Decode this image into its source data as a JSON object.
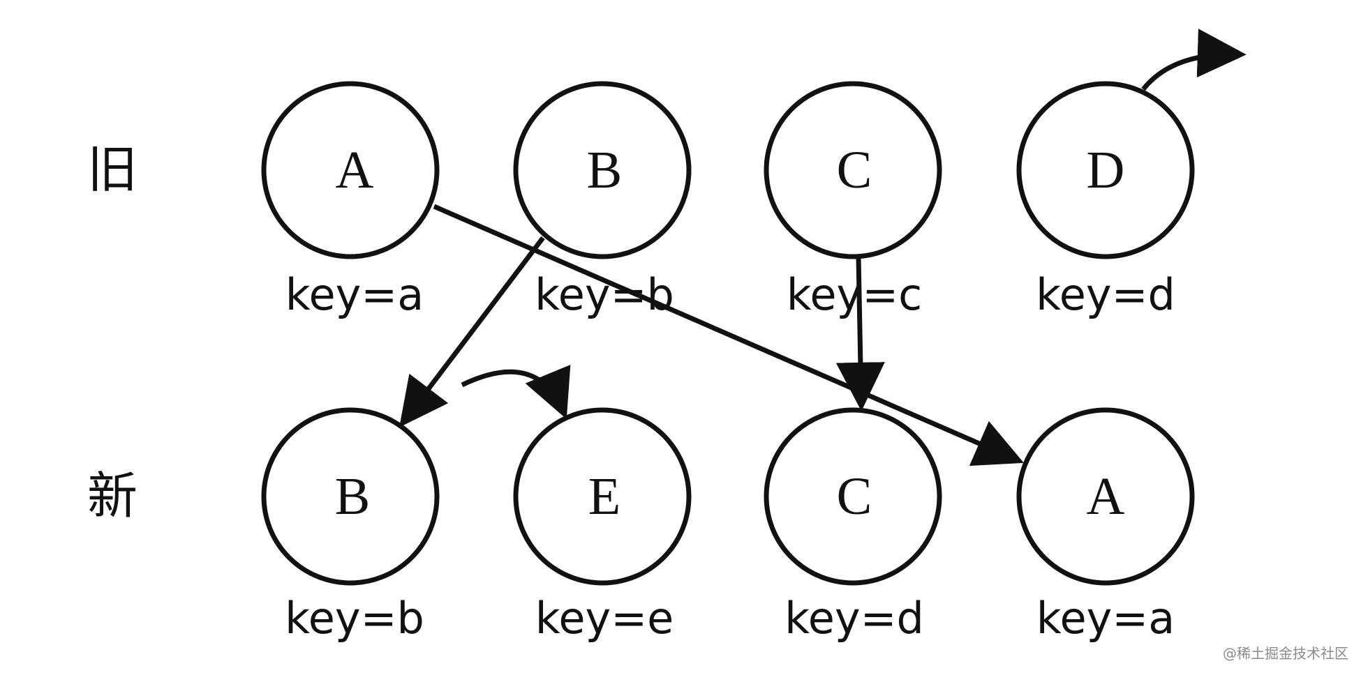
{
  "row_labels": {
    "old": "旧",
    "new": "新"
  },
  "old_nodes": [
    {
      "letter": "A",
      "key": "key=a"
    },
    {
      "letter": "B",
      "key": "key=b"
    },
    {
      "letter": "C",
      "key": "key=c"
    },
    {
      "letter": "D",
      "key": "key=d"
    }
  ],
  "new_nodes": [
    {
      "letter": "B",
      "key": "key=b"
    },
    {
      "letter": "E",
      "key": "key=e"
    },
    {
      "letter": "C",
      "key": "key=d"
    },
    {
      "letter": "A",
      "key": "key=a"
    }
  ],
  "watermark": "@稀土掘金技术社区",
  "colors": {
    "stroke": "#111111",
    "background": "#ffffff"
  }
}
